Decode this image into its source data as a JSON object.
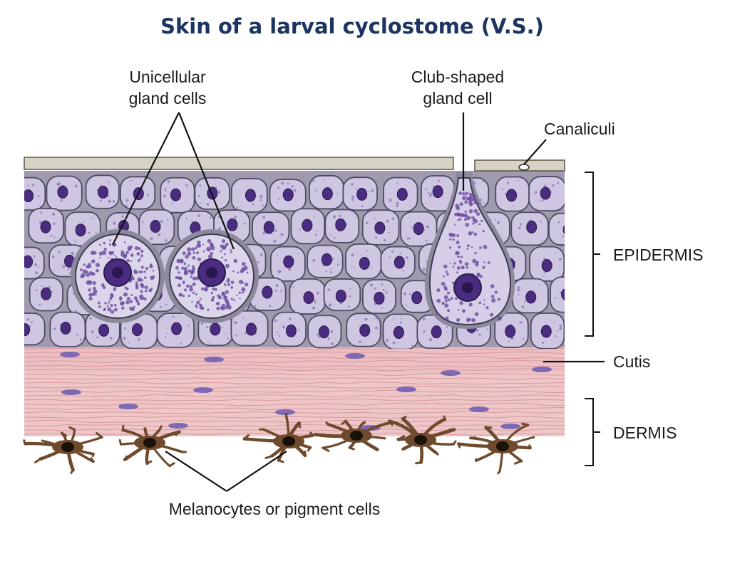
{
  "title": "Skin of a larval cyclostome (V.S.)",
  "labels": {
    "unicellular_line1": "Unicellular",
    "unicellular_line2": "gland cells",
    "club_line1": "Club-shaped",
    "club_line2": "gland cell",
    "canaliculi": "Canaliculi",
    "epidermis": "EPIDERMIS",
    "cutis": "Cutis",
    "dermis": "DERMIS",
    "melanocytes": "Melanocytes or pigment cells"
  },
  "colors": {
    "title": "#1c3461",
    "cell_fill": "#cfc6e2",
    "cell_outline": "#4d4a63",
    "nucleus": "#4a2d80",
    "cuticle": "#d8d2c4",
    "dermis_fill": "#efc6c8",
    "fiber": "#cf8f94",
    "melanocyte": "#6f4a2c"
  }
}
